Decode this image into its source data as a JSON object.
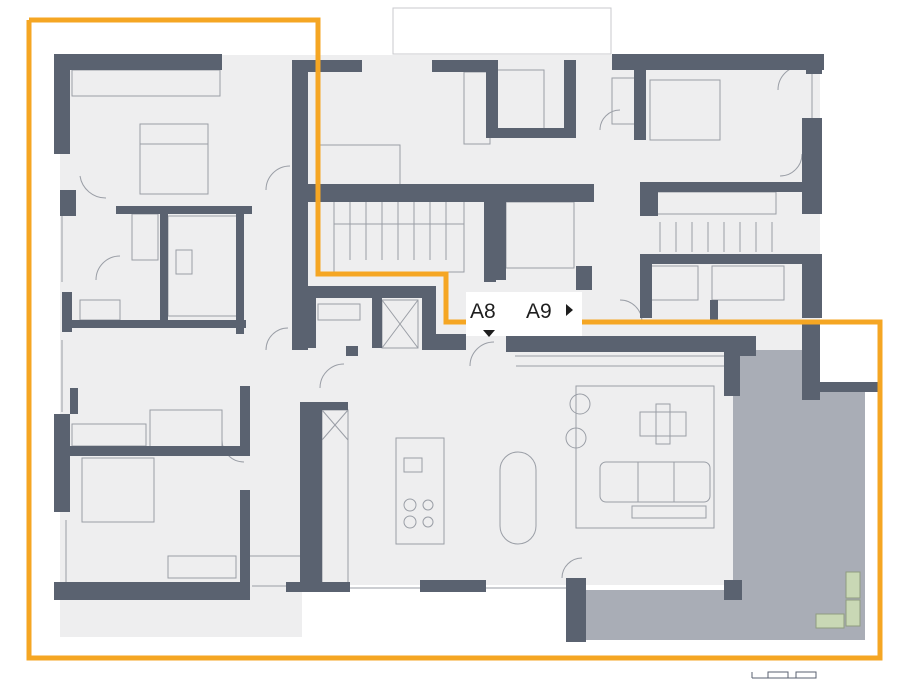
{
  "plan": {
    "unit_labels": {
      "left": "A8",
      "right": "A9"
    },
    "direction_marker": "arrow-right-icon",
    "colors": {
      "wall": "#5a6270",
      "floor": "#eeeeef",
      "terrace": "#a9adb6",
      "highlight": "#f5a623",
      "line": "#9a9ea6",
      "furniture_green": "#c9d8b5"
    },
    "rooms": [
      "bedroom-master",
      "bedroom-center",
      "bathroom-center",
      "bathroom-left",
      "bedroom-left-2",
      "bedroom-left-3",
      "bedroom-right",
      "bathroom-right",
      "stair-hall",
      "elevator",
      "guest-wc",
      "kitchen-dining-living",
      "terrace"
    ]
  }
}
